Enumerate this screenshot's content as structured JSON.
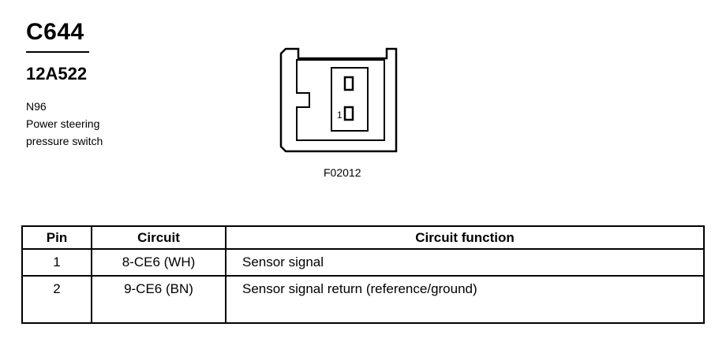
{
  "connector": {
    "id": "C644",
    "part_number": "12A522",
    "component_code": "N96",
    "description_line1": "Power steering",
    "description_line2": "pressure switch"
  },
  "diagram": {
    "figure_ref": "F02012",
    "pin1_label": "1"
  },
  "table": {
    "headers": {
      "pin": "Pin",
      "circuit": "Circuit",
      "function": "Circuit function"
    },
    "rows": [
      {
        "pin": "1",
        "circuit": "8-CE6 (WH)",
        "function": "Sensor signal"
      },
      {
        "pin": "2",
        "circuit": "9-CE6 (BN)",
        "function": "Sensor signal return (reference/ground)"
      }
    ]
  }
}
